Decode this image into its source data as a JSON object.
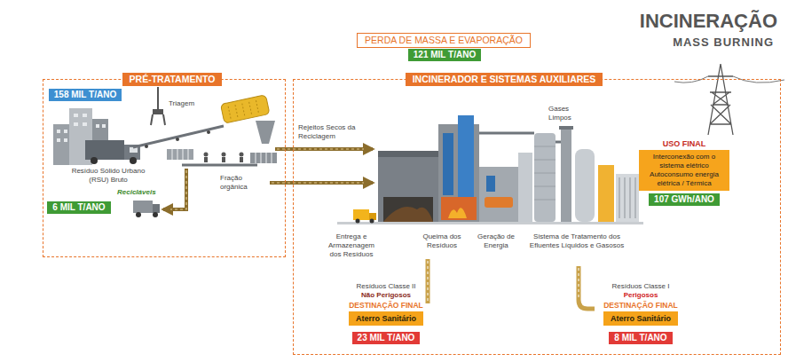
{
  "diagram": {
    "title": "INCINERAÇÃO",
    "nodes": [
      {
        "text": [
          "PERDA DE MASSA E EVAPORAÇÃO"
        ]
      },
      {
        "text": [
          "121 MIL T/ANO"
        ]
      },
      {
        "text": [
          "PRÉ-TRATAMENTO"
        ]
      },
      {
        "text": [
          "158 MIL T/ANO"
        ],
        "in": 2
      },
      {
        "text": [
          "6 MIL T/ANO"
        ],
        "in": 2
      },
      {
        "text": [
          "INCINERADOR E SISTEMAS AUXILIARES"
        ]
      },
      {
        "text": [
          "USO FINAL",
          "Interconexão com o sistema elétrico Autoconsumo energia elétrica / Térmica"
        ],
        "in": 5
      },
      {
        "text": [
          "107 GWh/ANO"
        ],
        "in": 5
      },
      {
        "text": [
          "DESTINAÇÃO FINAL",
          "Aterro Sanitário"
        ],
        "in": 5
      },
      {
        "text": [
          "23 MIL T/ANO"
        ],
        "in": 5
      },
      {
        "text": [
          "DESTINAÇÃO FINAL",
          "Aterro Sanitário"
        ],
        "in": 5
      },
      {
        "text": [
          "8 MIL T/ANO"
        ],
        "in": 5
      }
    ],
    "labels": [
      "MASS BURNING",
      "Triagem",
      "Resíduo Sólido Urbano (RSU) Bruto",
      "Recicláveis",
      "Fração orgânica",
      "Rejeitos Secos da Reciclagem",
      "Gases Limpos",
      "Entrega e Armazenagem dos Resíduos",
      "Queima dos Resíduos",
      "Geração de Energia",
      "Sistema de Tratamento dos Efluentes Líquidos e Gasosos",
      "Resíduos Classe II",
      "Não Perigosos",
      "Resíduos Classe I",
      "Perigosos"
    ]
  }
}
